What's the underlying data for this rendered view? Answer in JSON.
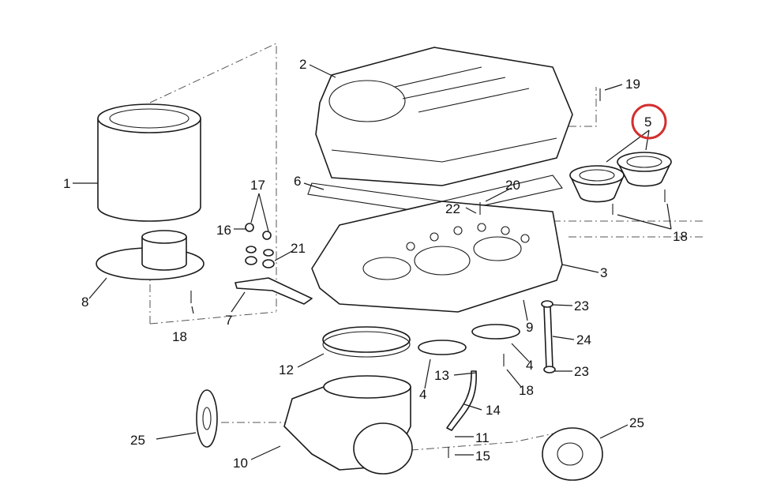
{
  "highlight_color": "#d32f2f",
  "callouts": [
    {
      "id": "c1",
      "label": "1"
    },
    {
      "id": "c2",
      "label": "2"
    },
    {
      "id": "c3",
      "label": "3"
    },
    {
      "id": "c4a",
      "label": "4"
    },
    {
      "id": "c4b",
      "label": "4"
    },
    {
      "id": "c5",
      "label": "5",
      "highlighted": true
    },
    {
      "id": "c6",
      "label": "6"
    },
    {
      "id": "c7",
      "label": "7"
    },
    {
      "id": "c8",
      "label": "8"
    },
    {
      "id": "c9",
      "label": "9"
    },
    {
      "id": "c10",
      "label": "10"
    },
    {
      "id": "c11",
      "label": "11"
    },
    {
      "id": "c12",
      "label": "12"
    },
    {
      "id": "c13",
      "label": "13"
    },
    {
      "id": "c14",
      "label": "14"
    },
    {
      "id": "c15",
      "label": "15"
    },
    {
      "id": "c16",
      "label": "16"
    },
    {
      "id": "c17",
      "label": "17"
    },
    {
      "id": "c18a",
      "label": "18"
    },
    {
      "id": "c18b",
      "label": "18"
    },
    {
      "id": "c18c",
      "label": "18"
    },
    {
      "id": "c19",
      "label": "19"
    },
    {
      "id": "c20",
      "label": "20"
    },
    {
      "id": "c21",
      "label": "21"
    },
    {
      "id": "c22",
      "label": "22"
    },
    {
      "id": "c23a",
      "label": "23"
    },
    {
      "id": "c23b",
      "label": "23"
    },
    {
      "id": "c24",
      "label": "24"
    },
    {
      "id": "c25a",
      "label": "25"
    },
    {
      "id": "c25b",
      "label": "25"
    }
  ]
}
